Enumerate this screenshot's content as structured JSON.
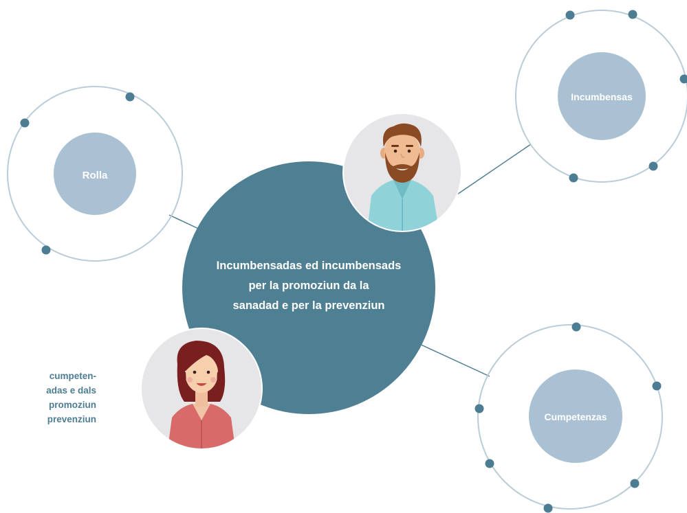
{
  "center": {
    "lines": [
      "Incumbensadas ed incumbensads",
      "per la promoziun da la",
      "sanadad e per la prevenziun"
    ]
  },
  "nodes": {
    "rolla": "Rolla",
    "incumbensas": "Incumbensas",
    "cumpetenzas": "Cumpetenzas"
  },
  "side_text": {
    "lines": [
      "cumpeten-",
      "adas e dals",
      "promoziun",
      "prevenziun"
    ]
  },
  "colors": {
    "center": "#4f7f92",
    "node": "#a9c1d2",
    "orbit": "#b9ccd8",
    "dot": "#4d7d92",
    "avatar_bg": "#e6e6e9"
  },
  "icons": [
    "man-avatar-icon",
    "woman-avatar-icon"
  ]
}
